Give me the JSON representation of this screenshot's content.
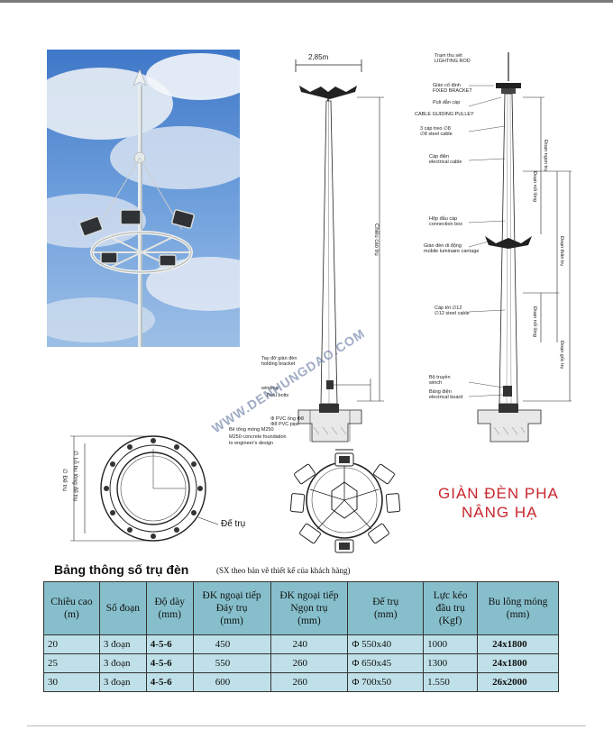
{
  "photo": {
    "label": "High mast floodlight photo"
  },
  "top_diagram": {
    "width_label": "2,85m",
    "height_label": "Chiều cao trụ",
    "labels_left": {
      "bracket_vn": "Tay đỡ giàn đèn",
      "bracket_en": "holding bracket",
      "winding": "winding",
      "bolts": "Bulu bolts",
      "pvc1": "Φ PVC ống Φ8",
      "pvc2": "Φ8 PVC pipe",
      "conc_vn": "Bê tông móng M250",
      "conc_en": "M250 concrete foundation",
      "design": "to engineer's design"
    },
    "right_left_labels": {
      "rod_vn": "Trạm thu sét",
      "rod_en": "LIGHTING ROD",
      "fixed_vn": "Giàn cố định",
      "fixed_en": "FIXED BRACKET",
      "pulley_vn": "Puli dẫn cáp",
      "pulley_en": "CABLE GUIDING PULLEY",
      "steel3_vn": "3 cáp treo ∅8",
      "steel3_en": "∅8 steel cable",
      "elec_vn": "Cáp điện",
      "elec_en": "electrical cable",
      "box_vn": "Hộp đấu cáp",
      "box_en": "connection box",
      "mobile_vn": "Giàn đèn di động",
      "mobile_en": "mobile luminaire carriage",
      "steel12_vn": "Cáp tời ∅12",
      "steel12_en": "∅12 steel cable",
      "winch_vn": "Bộ truyền",
      "winch_en": "winch",
      "board_vn": "Bảng điện",
      "board_en": "electrical board"
    },
    "right_vertical_labels": {
      "top_seg": "Đoạn ngọn trụ",
      "joint1": "Đoạn nối lồng",
      "mid_seg": "Đoạn thân trụ",
      "joint2": "Đoạn nối lồng",
      "base_seg": "Đoạn gốc trụ"
    }
  },
  "base_plan": {
    "label_left1": "∅ Đế trụ",
    "label_left2": "∅ Lỗ bu lông đế trụ",
    "base_label": "Đế trụ"
  },
  "watermark": "WWW.DENHUNGDAO.COM",
  "red_title": {
    "line1": "GIÀN ĐÈN PHA",
    "line2": "NÂNG HẠ"
  },
  "table": {
    "title": "Bảng thông số trụ đèn",
    "subtitle": "(SX theo bản vẽ thiết kế của khách hàng)",
    "headers": [
      [
        "Chiều cao",
        "(m)"
      ],
      [
        "Số đoạn"
      ],
      [
        "Độ dày",
        "(mm)"
      ],
      [
        "ĐK ngoại tiếp",
        "Đáy trụ",
        "(mm)"
      ],
      [
        "ĐK ngoại tiếp",
        "Ngọn trụ",
        "(mm)"
      ],
      [
        "Đế trụ",
        "(mm)"
      ],
      [
        "Lực kéo",
        "đầu trụ",
        "(Kgf)"
      ],
      [
        "Bu lông móng",
        "(mm)"
      ]
    ],
    "rows": [
      [
        "20",
        "3 đoạn",
        "4-5-6",
        "450",
        "240",
        "Φ 550x40",
        "1000",
        "24x1800"
      ],
      [
        "25",
        "3 đoạn",
        "4-5-6",
        "550",
        "260",
        "Φ 650x45",
        "1300",
        "24x1800"
      ],
      [
        "30",
        "3 đoạn",
        "4-5-6",
        "600",
        "260",
        "Φ 700x50",
        "1.550",
        "26x2000"
      ]
    ]
  }
}
